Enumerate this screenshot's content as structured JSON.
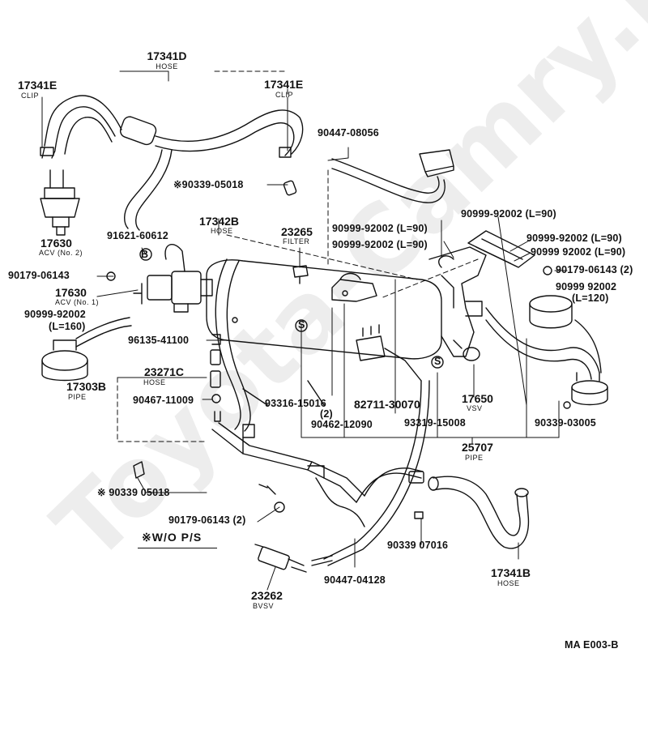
{
  "watermark": "Toyota-Camry.ru",
  "diagram_code": "MA  E003-B",
  "note": "※W/O  P/S",
  "colors": {
    "ink": "#111111",
    "paper": "#ffffff",
    "watermark": "#d8d8d8"
  },
  "parts": {
    "p17341D": {
      "num": "17341D",
      "name": "HOSE"
    },
    "p17341E_left": {
      "num": "17341E",
      "name": "CLIP"
    },
    "p17341E_right": {
      "num": "17341E",
      "name": "CLIP"
    },
    "p90447_08056": {
      "num": "90447-08056"
    },
    "p90339_05018_a": {
      "num": "※90339-05018"
    },
    "p17342B": {
      "num": "17342B",
      "name": "HOSE"
    },
    "p23265": {
      "num": "23265",
      "name": "FILTER"
    },
    "p90999_92002_L90a": {
      "num": "90999-92002 (L=90)"
    },
    "p90999_92002_L90b": {
      "num": "90999-92002 (L=90)"
    },
    "p90999_92002_L90c": {
      "num": "90999-92002 (L=90)"
    },
    "p90999_92002_L90d": {
      "num": "90999-92002 (L=90)"
    },
    "p90999_92002_L90e": {
      "num": "90999 92002 (L=90)"
    },
    "p90179_06143_2a": {
      "num": "90179-06143 (2)"
    },
    "p90999_92002_L120": {
      "num": "90999 92002",
      "len": "(L=120)"
    },
    "p17630_2": {
      "num": "17630",
      "name": "ACV (No. 2)"
    },
    "p91621_60612": {
      "num": "91621-60612"
    },
    "p90179_06143": {
      "num": "90179-06143"
    },
    "p17630_1": {
      "num": "17630",
      "name": "ACV (No. 1)"
    },
    "p90999_92002_L160": {
      "num": "90999-92002",
      "len": "(L=160)"
    },
    "p96135_41100": {
      "num": "96135-41100"
    },
    "p17303B": {
      "num": "17303B",
      "name": "PIPE"
    },
    "p23271C": {
      "num": "23271C",
      "name": "HOSE"
    },
    "p90467_11009": {
      "num": "90467-11009"
    },
    "p93316_15016": {
      "num": "93316-15016",
      "qty": "(2)"
    },
    "p82711_30070": {
      "num": "82711-30070"
    },
    "p90462_12090": {
      "num": "90462-12090"
    },
    "p93319_15008": {
      "num": "93319-15008"
    },
    "p17650": {
      "num": "17650",
      "name": "VSV"
    },
    "p90339_03005": {
      "num": "90339-03005"
    },
    "p25707": {
      "num": "25707",
      "name": "PIPE"
    },
    "p90339_05018_b": {
      "num": "※ 90339 05018"
    },
    "p90179_06143_2b": {
      "num": "90179-06143 (2)"
    },
    "p90339_07016": {
      "num": "90339 07016"
    },
    "p90447_04128": {
      "num": "90447-04128"
    },
    "p17341B": {
      "num": "17341B",
      "name": "HOSE"
    },
    "p23262": {
      "num": "23262",
      "name": "BVSV"
    }
  },
  "markers": {
    "b": "B",
    "s": "S"
  }
}
